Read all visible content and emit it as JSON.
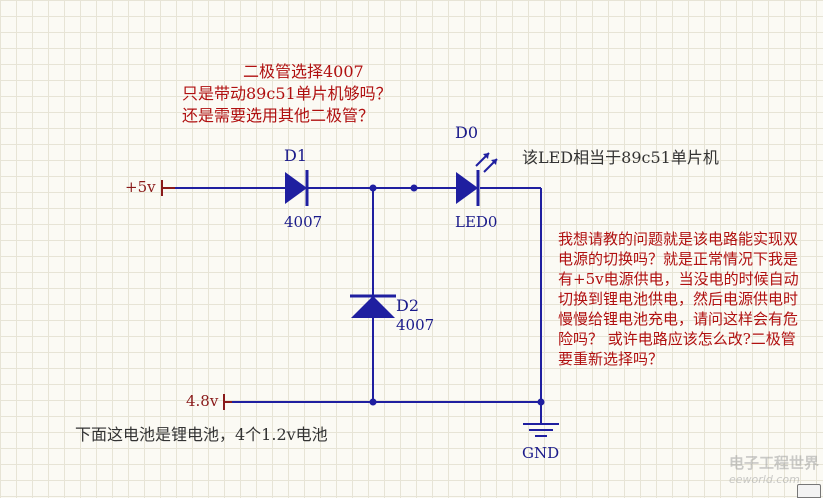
{
  "annotations": {
    "diode_question": [
      "二极管选择4007",
      "只是带动89c51单片机够吗？",
      "还是需要选用其他二极管？"
    ],
    "led_note": "该LED相当于89c51单片机",
    "main_question": [
      "我想请教的问题就是该电路能实现双",
      "电源的切换吗？就是正常情况下我是",
      "有+5v电源供电，当没电的时候自动",
      "切换到锂电池供电，然后电源供电时",
      "慢慢给锂电池充电，请问这样会有危",
      "险吗？ 或许电路应该怎么改?二极管",
      "要重新选择吗？"
    ],
    "battery_note": "下面这电池是锂电池，4个1.2v电池"
  },
  "components": {
    "d1": {
      "ref": "D1",
      "value": "4007"
    },
    "d2": {
      "ref": "D2",
      "value": "4007"
    },
    "d0": {
      "ref": "D0",
      "value": "LED0"
    }
  },
  "ports": {
    "vcc": "+5v",
    "battery": "4.8v",
    "ground": "GND"
  },
  "watermark": {
    "line1": "电子工程世界",
    "line2": "eeworld.com"
  },
  "colors": {
    "wire": "#1f1fa0",
    "component": "#1f1fa0",
    "annotation": "#b01010",
    "port": "#8a1a1a"
  }
}
